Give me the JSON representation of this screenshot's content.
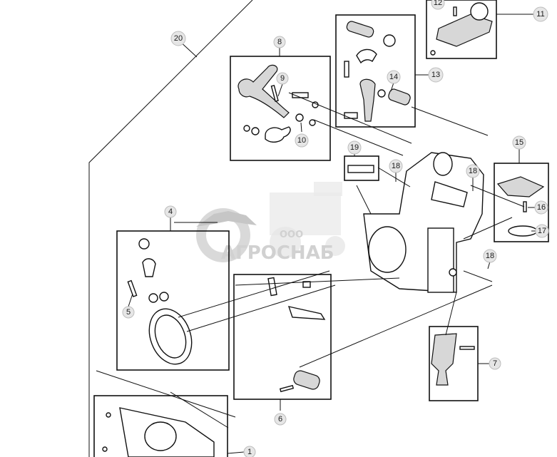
{
  "callouts": {
    "c1": "1",
    "c4": "4",
    "c5": "5",
    "c6": "6",
    "c7": "7",
    "c8": "8",
    "c9": "9",
    "c10": "10",
    "c11": "11",
    "c12": "12",
    "c13": "13",
    "c14": "14",
    "c15": "15",
    "c16": "16",
    "c17": "17",
    "c18a": "18",
    "c18b": "18",
    "c18c": "18",
    "c19": "19",
    "c20": "20"
  },
  "watermark": {
    "company_prefix": "ООО",
    "company_name": "АГРОСНАБ"
  }
}
